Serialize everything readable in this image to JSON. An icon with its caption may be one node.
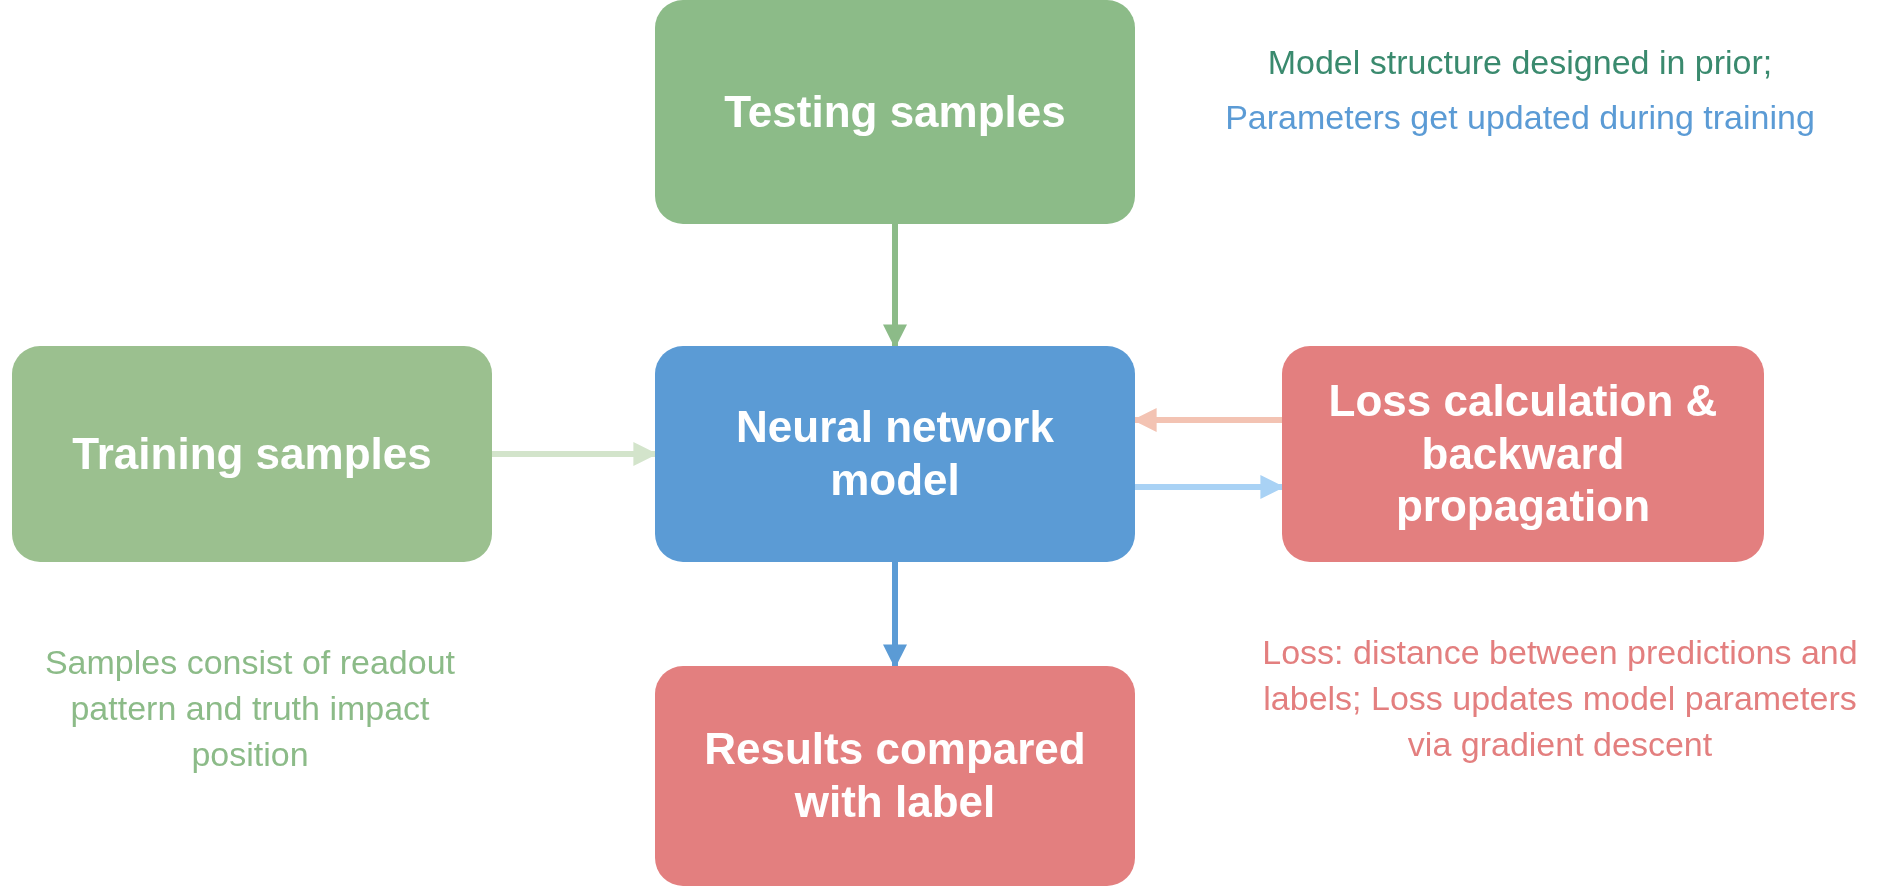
{
  "diagram": {
    "nodes": [
      {
        "text": [
          "Testing samples"
        ]
      },
      {
        "text": [
          "Training samples"
        ],
        "beside": [
          "Samples consist of readout pattern and truth impact position"
        ]
      },
      {
        "text": [
          "Neural network model"
        ],
        "beside": [
          "Model structure designed in prior;",
          "Parameters get updated during training"
        ]
      },
      {
        "text": [
          "Loss calculation & backward propagation"
        ],
        "beside": [
          "Loss: distance between predictions and labels; Loss updates model parameters via gradient descent"
        ]
      },
      {
        "text": [
          "Results compared with label"
        ]
      }
    ],
    "edges": [
      {
        "from": 0,
        "to": 2,
        "arrow": "to",
        "color": "#8cbb88"
      },
      {
        "from": 1,
        "to": 2,
        "arrow": "to",
        "color": "#d3e4cb"
      },
      {
        "from": 2,
        "to": 3,
        "arrow": "to",
        "color": "#a9d2f5"
      },
      {
        "from": 3,
        "to": 2,
        "arrow": "to",
        "color": "#f3c3b3"
      },
      {
        "from": 2,
        "to": 4,
        "arrow": "to",
        "color": "#5b9bd5"
      }
    ]
  }
}
